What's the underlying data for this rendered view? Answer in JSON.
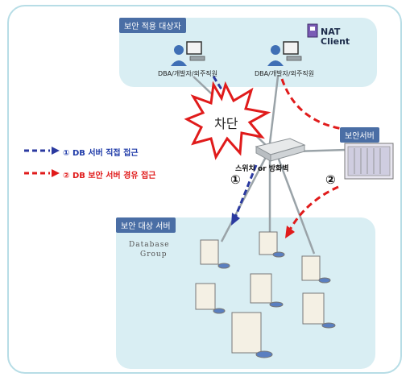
{
  "zones": {
    "top_label": "보안 적용 대상자",
    "bottom_label": "보안 대상 서버"
  },
  "clients": {
    "left_label": "DBA/개발자/외주직원",
    "right_label": "DBA/개발자/외주직원"
  },
  "nat": {
    "line1": "NAT",
    "line2": "Client"
  },
  "blocked": "차단",
  "switch_label": "스위치 or 방화벽",
  "security_server": "보안서버",
  "db_group": {
    "line1": "Database",
    "line2": "Group"
  },
  "legend": {
    "path1": "① DB 서버 직접 접근",
    "path2": "② DB 보안 서버 경유 접근"
  },
  "markers": {
    "one": "①",
    "two": "②"
  },
  "colors": {
    "direct_path": "#2b3aa0",
    "secure_path": "#e01b1b",
    "zone_fill": "#d9eef3",
    "label_bg": "#4a6ea5"
  }
}
